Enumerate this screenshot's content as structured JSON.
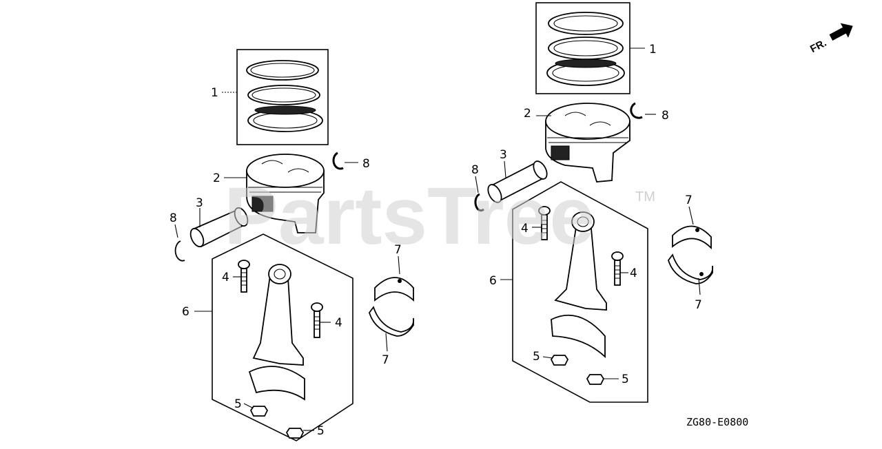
{
  "diagram": {
    "callouts": {
      "left": {
        "ring_set": "1",
        "piston": "2",
        "pin": "3",
        "clip_a": "8",
        "clip_b": "8",
        "bolt_a": "4",
        "bolt_b": "4",
        "rod_assembly": "6",
        "nut_a": "5",
        "nut_b": "5",
        "bearing_upper": "7",
        "bearing_lower": "7"
      },
      "right": {
        "ring_set": "1",
        "piston": "2",
        "pin": "3",
        "clip_a": "8",
        "clip_b": "8",
        "bolt_a": "4",
        "bolt_b": "4",
        "rod_assembly": "6",
        "nut_a": "5",
        "nut_b": "5",
        "bearing_upper": "7",
        "bearing_lower": "7"
      }
    },
    "front_indicator": "FR.",
    "diagram_code": "ZG80-E0800",
    "watermark": "PartsTree",
    "watermark_mark": "TM",
    "icons": {
      "front_arrow": "arrow-right-icon"
    }
  }
}
